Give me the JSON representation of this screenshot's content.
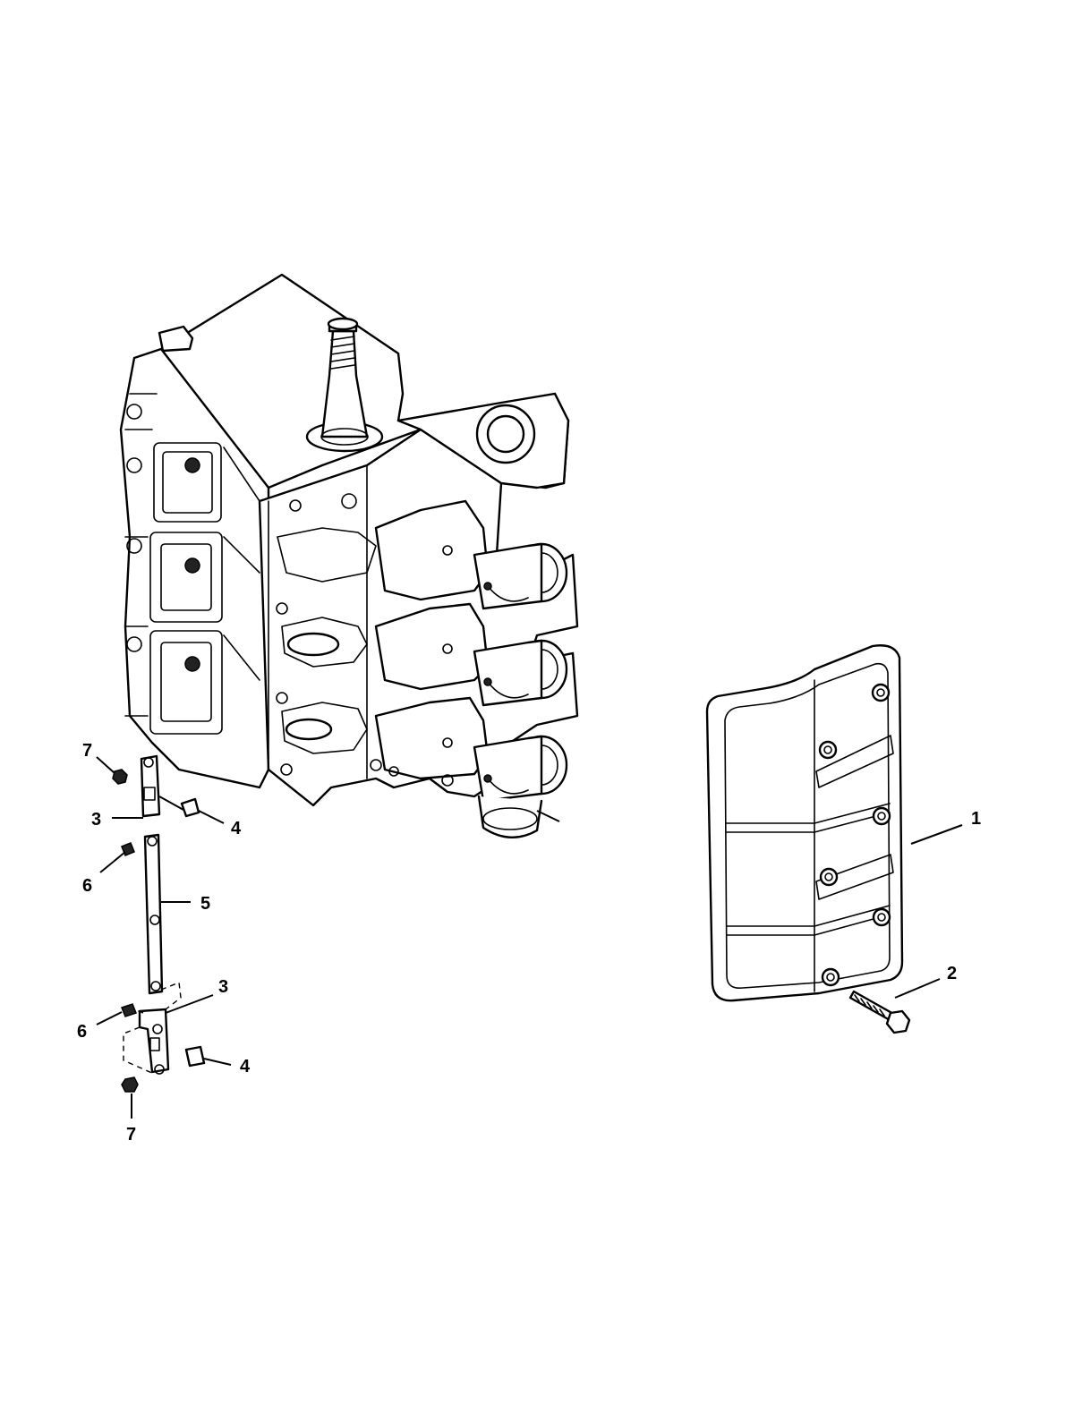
{
  "callouts": [
    {
      "id": "c7a",
      "text": "7"
    },
    {
      "id": "c3a",
      "text": "3"
    },
    {
      "id": "c4a",
      "text": "4"
    },
    {
      "id": "c6a",
      "text": "6"
    },
    {
      "id": "c5",
      "text": "5"
    },
    {
      "id": "c3b",
      "text": "3"
    },
    {
      "id": "c6b",
      "text": "6"
    },
    {
      "id": "c4b",
      "text": "4"
    },
    {
      "id": "c7b",
      "text": "7"
    },
    {
      "id": "c1",
      "text": "1"
    },
    {
      "id": "c2",
      "text": "2"
    }
  ],
  "parts": {
    "engine_block": "engine-block",
    "cover": "cover-plate",
    "bolt": "cover-bolt",
    "linkage": "throttle-link"
  }
}
